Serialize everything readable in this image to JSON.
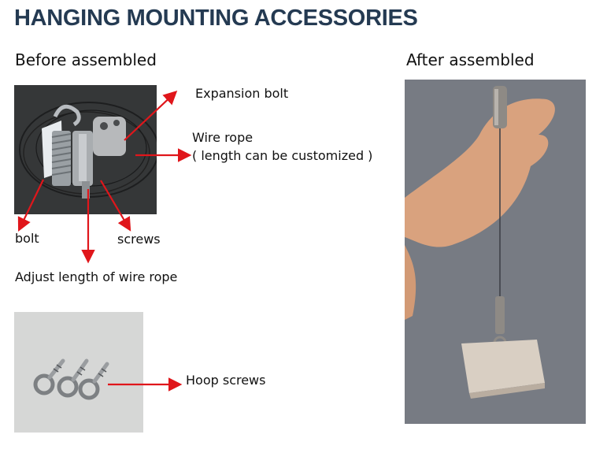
{
  "title": "HANGING MOUNTING ACCESSORIES",
  "sections": {
    "before": "Before assembled",
    "after": "After assembled"
  },
  "labels": {
    "expansion_bolt": "Expansion bolt",
    "wire_rope": "Wire rope",
    "wire_rope_note": "( length can be customized )",
    "bolt": "bolt",
    "screws": "screws",
    "adjust": "Adjust length of wire rope",
    "hoop_screws": "Hoop screws"
  },
  "colors": {
    "title": "#243a52",
    "arrow": "#e0161b"
  }
}
